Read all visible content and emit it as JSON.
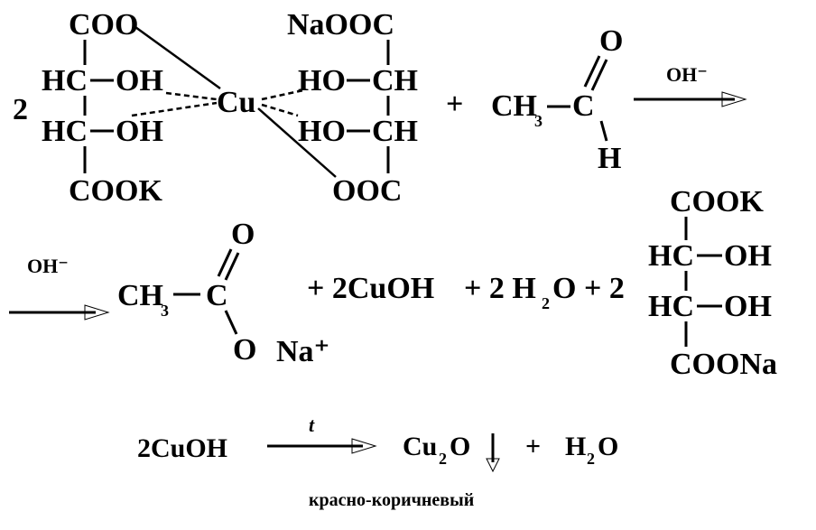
{
  "reaction1": {
    "coefficient": "2",
    "left_complex": {
      "top": "COO",
      "row1_h": "HC",
      "row1_oh": "OH",
      "row2_h": "HC",
      "row2_oh": "OH",
      "bottom": "COOK"
    },
    "metal": "Cu",
    "right_complex": {
      "top": "NaOOC",
      "row1": "HO",
      "row1_ch": "CH",
      "row2": "HO",
      "row2_ch": "CH",
      "bottom": "OOC"
    },
    "plus": "+",
    "aldehyde": {
      "ch": "CH",
      "sub": "3",
      "c": "C",
      "o": "O",
      "h": "H"
    },
    "condition": "OH⁻"
  },
  "reaction2": {
    "condition": "OH⁻",
    "acetate": {
      "ch": "CH",
      "sub": "3",
      "c": "C",
      "o_top": "O",
      "o_bottom": "O",
      "cation": "Na⁺"
    },
    "term1": "+ 2CuOH",
    "term2_prefix": "+ 2 H",
    "term2_sub": "2",
    "term2_suffix": "O + 2",
    "tartrate": {
      "top": "COOK",
      "row1_h": "HC",
      "row1_oh": "OH",
      "row2_h": "HC",
      "row2_oh": "OH",
      "bottom": "COONa"
    }
  },
  "reaction3": {
    "reactant": "2CuOH",
    "condition": "t",
    "product_cu": "Cu",
    "product_sub": "2",
    "product_o": "O",
    "plus": "+",
    "water_h": "H",
    "water_sub": "2",
    "water_o": "O",
    "caption": "красно-коричневый"
  }
}
